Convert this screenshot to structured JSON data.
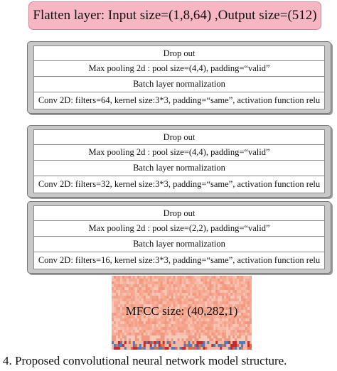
{
  "flatten": {
    "text": "Flatten layer: Input size=(1,8,64) ,Output size=(512)"
  },
  "blocks": [
    {
      "dropout": "Drop out",
      "maxpool": "Max pooling 2d : pool size=(4,4), padding=“valid”",
      "batchnorm": "Batch layer normalization",
      "conv": "Conv 2D: filters=64, kernel size:3*3, padding=“same”, activation function relu"
    },
    {
      "dropout": "Drop out",
      "maxpool": "Max pooling 2d : pool size=(4,4), padding=“valid”",
      "batchnorm": "Batch layer normalization",
      "conv": "Conv 2D: filters=32, kernel size:3*3, padding=“same”, activation function relu"
    },
    {
      "dropout": "Drop out",
      "maxpool": "Max pooling 2d : pool size=(2,2), padding=“valid”",
      "batchnorm": "Batch layer normalization",
      "conv": "Conv 2D: filters=16, kernel size:3*3, padding=“same”, activation function relu"
    }
  ],
  "mfcc": {
    "label": "MFCC size: (40,282,1)"
  },
  "caption": "4.  Proposed convolutional neural network model structure.",
  "colors": {
    "flatten_fill": "#f7b7c2",
    "block_fill": "#c8c8c8",
    "mfcc_base": "#f08a72"
  }
}
